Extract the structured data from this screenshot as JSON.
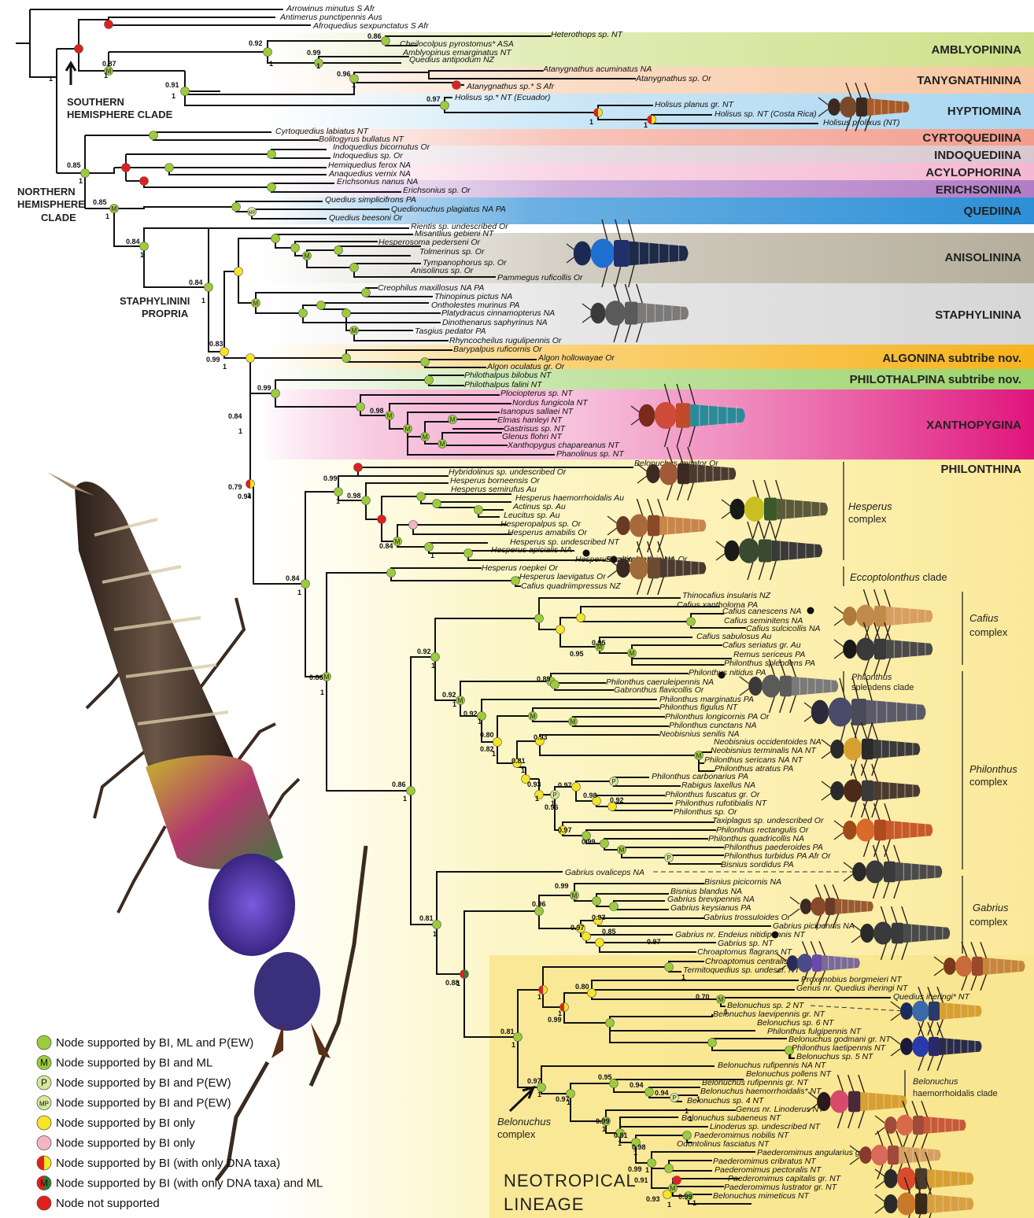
{
  "bands": [
    {
      "label": "AMBLYOPININA",
      "color": "#cfe08a"
    },
    {
      "label": "TANYGNATHININA",
      "color": "#f7c6a0"
    },
    {
      "label": "HYPTIOMINA",
      "color": "#a9d6f0"
    },
    {
      "label": "CYRTOQUEDIINA",
      "color": "#f39c8c"
    },
    {
      "label": "INDOQUEDIINA",
      "color": "#d9c7cf"
    },
    {
      "label": "ACYLOPHORINA",
      "color": "#f5b8d2"
    },
    {
      "label": "ERICHSONIINA",
      "color": "#b07cc6"
    },
    {
      "label": "QUEDIINA",
      "color": "#2d8fd6"
    },
    {
      "label": "ANISOLININA",
      "color": "#b5ae9b"
    },
    {
      "label": "STAPHYLININA",
      "color": "#d6d6d6"
    },
    {
      "label": "ALGONINA subtribe nov.",
      "color": "#f6b31b"
    },
    {
      "label": "PHILOTHALPINA subtribe nov.",
      "color": "#9cd36a"
    },
    {
      "label": "XANTHOPYGINA",
      "color": "#e0147c"
    },
    {
      "label": "PHILONTHINA",
      "color": "#fbf2b0"
    }
  ],
  "clade_labels": {
    "southern_1": "SOUTHERN",
    "southern_2": "HEMISPHERE CLADE",
    "northern_1": "NORTHERN",
    "northern_2": "HEMISPHERE",
    "northern_3": "CLADE",
    "propria_1": "STAPHYLININI",
    "propria_2": "PROPRIA",
    "neotrop_1": "NEOTROPICAL",
    "neotrop_2": "LINEAGE"
  },
  "complexes": {
    "hesperus_1": "Hesperus",
    "hesperus_2": "complex",
    "eccoptolonthus_1": "Eccoptolonthus",
    "eccoptolonthus_2": " clade",
    "cafius_1": "Cafius",
    "cafius_2": "complex",
    "psplendens_1": "Philonthus",
    "psplendens_2": "splendens clade",
    "philonthus_1": "Philonthus",
    "philonthus_2": "complex",
    "gabrius_1": "Gabrius",
    "gabrius_2": "complex",
    "belonuchus_haem_1": "Belonuchus",
    "belonuchus_haem_2": "haemorrhoidalis clade",
    "belonuchus_1": "Belonuchus",
    "belonuchus_2": "complex"
  },
  "taxa": [
    "Arrowinus minutus S Afr",
    "Antimerus punctipennis Aus",
    "Afroquedius sexpunctatus S Afr",
    "Heterothops sp. NT",
    "Cheilocolpus pyrostomus* ASA",
    "Amblyopinus emarginatus NT",
    "Quedius antipodum NZ",
    "Atanygnathus acuminatus NA",
    "Atanygnathus sp. Or",
    "Atanygnathus sp.* S Afr",
    "Holisus sp.* NT (Ecuador)",
    "Holisus planus gr. NT",
    "Holisus sp. NT (Costa Rica)",
    "Holisus prolixus (NT)",
    "Cyrtoquedius labiatus NT",
    "Bolitogyrus bullatus NT",
    "Indoquedius bicornutus Or",
    "Indoquedius sp. Or",
    "Hemiquedius ferox NA",
    "Anaquedius vernix NA",
    "Erichsonius nanus NA",
    "Erichsonius sp. Or",
    "Quedius simplicifrons PA",
    "Quedionuchus plagiatus NA PA",
    "Quedius beesoni Or",
    "Rientis sp. undescribed Or",
    "Misantlius gebieni NT",
    "Hesperosoma pederseni Or",
    "Tolmerinus sp. Or",
    "Tympanophorus sp. Or",
    "Anisolinus sp. Or",
    "Pammegus ruficollis Or",
    "Creophilus maxillosus NA PA",
    "Thinopinus pictus NA",
    "Ontholestes murinus PA",
    "Platydracus cinnamopterus NA",
    "Dinothenarus saphyrinus NA",
    "Tasgius pedator PA",
    "Rhyncocheilus rugulipennis Or",
    "Barypalpus ruficornis Or",
    "Algon hollowayae Or",
    "Algon oculatus gr. Or",
    "Philothalpus bilobus NT",
    "Philothalpus falini NT",
    "Plociopterus sp. NT",
    "Nordus fungicola NT",
    "Isanopus sallaei NT",
    "Elmas hanleyi NT",
    "Gastrisus sp. NT",
    "Glenus flohri NT",
    "Xanthopygus chapareanus NT",
    "Phanolinus sp. NT",
    "Belonuchus imitator Or",
    "Hybridolinus sp. undescribed Or",
    "Hesperus borneensis Or",
    "Hesperus semirufus Au",
    "Hesperus haemorrhoidalis Au",
    "Actinus sp. Au",
    "Leucitus sp. Au",
    "Hesperopalpus sp. Or",
    "Hesperus amabilis Or",
    "Hesperus sp. undescribed NT",
    "Hesperus apicialis NA",
    "Hesperus baltimorensis NA",
    "Eccoptolonthus sp. Or",
    "Hesperus roepkei Or",
    "Hesperus laevigatus Or",
    "Cafius quadriimpressus NZ",
    "Thinocafius insularis NZ",
    "Cafius xantholoma PA",
    "Cafius canescens NA",
    "Cafius seminitens NA",
    "Cafius sulcicollis NA",
    "Cafius sabulosus Au",
    "Cafius seriatus gr. Au",
    "Remus sericeus PA",
    "Philonthus splendens PA",
    "Philonthus nitidus PA",
    "Philonthus caeruleipennis NA",
    "Gabronthus flavicollis Or",
    "Philonthus marginatus PA",
    "Philonthus figulus NT",
    "Philonthus longicornis PA Or",
    "Philonthus cunctans NA",
    "Neobisnius senilis NA",
    "Neobisnius occidentoides NA",
    "Neobisnius terminalis NA NT",
    "Philonthus sericans NA NT",
    "Philonthus atratus PA",
    "Philonthus carbonarius PA",
    "Rabigus laxellus NA",
    "Philonthus fuscatus gr. Or",
    "Philonthus rufotibialis NT",
    "Philonthus sp. Or",
    "Taxiplagus sp. undescribed Or",
    "Philonthus rectangulis Or",
    "Philonthus quadricollis NA",
    "Philonthus paederoides PA",
    "Philonthus turbidus PA Afr Or",
    "Bisnius sordidus PA",
    "Gabrius ovaliceps NA",
    "Bisnius picicornis NA",
    "Bisnius blandus NA",
    "Gabrius brevipennis NA",
    "Gabrius keysianus PA",
    "Gabrius trossuloides Or",
    "Gabrius picipennis NA",
    "Gabrius nr. Endeius nitidipennis NT",
    "Gabrius sp. NT",
    "Chroaptomus flagrans NT",
    "Chroaptomus centralis NT",
    "Termitoquedius sp. undescr. NT",
    "Proxenobius borgmeieri NT",
    "Genus nr. Quedius iheringi NT",
    "Quedius iheringi* NT",
    "Belonuchus sp. 2 NT",
    "Belonuchus laevipennis gr. NT",
    "Belonuchus sp. 6 NT",
    "Philonthus fulgipennis NT",
    "Belonuchus godmani gr. NT",
    "Philonthus laetipennis NT",
    "Belonuchus sp. 5 NT",
    "Belonuchus rufipennis NA NT",
    "Belonuchus pollens NT",
    "Belonuchus rufipennis gr. NT",
    "Belonuchus haemorrhoidalis* NT",
    "Belonuchus sp. 4 NT",
    "Genus nr. Linoderus NT",
    "Belonuchus subaeneus NT",
    "Linoderus sp. undescribed NT",
    "Paederomimus nobilis NT",
    "Odontolinus fasciatus NT",
    "Paederomimus angularius gr. NT",
    "Paederomimus cribratus NT",
    "Paederomimus pectoralis NT",
    "Paederomimus capitalis gr. NT",
    "Paederomimus lustrator gr. NT",
    "Belonuchus mimeticus NT"
  ],
  "supports": {
    "s086": "0.86",
    "s092": "0.92",
    "s099": "0.99",
    "s087": "0.87",
    "s096": "0.96",
    "s091": "0.91",
    "s097": "0.97",
    "s085a": "0.85",
    "s085b": "0.85",
    "s084a": "0.84",
    "s084b": "0.84",
    "s083": "0.83",
    "s099b": "0.99",
    "s099c": "0.99",
    "s084c": "0.84",
    "s098": "0.98",
    "s079": "0.79",
    "s094": "0.94",
    "s099d": "0.99",
    "s098b": "0.98",
    "s084d": "0.84",
    "s084e": "0.84",
    "s092b": "0.92",
    "s095": "0.95",
    "s095b": "0.95",
    "s086b": "0.86",
    "s089": "0.89",
    "s092c": "0.92",
    "s092d": "0.92",
    "s080": "0.80",
    "s082": "0.82",
    "s093": "0.93",
    "s081": "0.81",
    "s093b": "0.93",
    "s097b": "0.97",
    "s098c": "0.98",
    "s092e": "0.92",
    "s096b": "0.96",
    "s097c": "0.97",
    "s099e": "0.99",
    "s086c": "0.86",
    "s099f": "0.99",
    "s096c": "0.96",
    "s093c": "0.93",
    "s097d": "0.97",
    "s085c": "0.85",
    "s097e": "0.97",
    "s081b": "0.81",
    "s088": "0.88",
    "s080b": "0.80",
    "s099g": "0.99",
    "s070": "0.70",
    "s081c": "0.81",
    "s097f": "0.97",
    "s095c": "0.95",
    "s094b": "0.94",
    "s094c": "0.94",
    "s097g": "0.97",
    "s099h": "0.99",
    "s081d": "0.81",
    "s098d": "0.98",
    "s099i": "0.99",
    "s091b": "0.91",
    "s093d": "0.93",
    "s099j": "0.99",
    "one": "1"
  },
  "legend": [
    {
      "symbol": "green",
      "label": "Node supported by BI, ML and P(EW)"
    },
    {
      "symbol": "M",
      "label": "Node supported by BI and ML"
    },
    {
      "symbol": "P",
      "label": "Node supported by BI and    P(EW)"
    },
    {
      "symbol": "MP",
      "label": "Node supported by BI and    P(EW)"
    },
    {
      "symbol": "yellow",
      "label": "Node supported by BI only"
    },
    {
      "symbol": "pink",
      "label": "Node supported by BI only"
    },
    {
      "symbol": "red-yellow",
      "label": "Node supported by BI (with only DNA taxa)"
    },
    {
      "symbol": "red-green-M",
      "label": "Node supported by BI (with only DNA taxa) and ML"
    },
    {
      "symbol": "red",
      "label": "Node not supported"
    }
  ],
  "node_colors": {
    "green": "#9ccb3b",
    "yellow": "#f7e425",
    "pink": "#f4b6c0",
    "red": "#e0201e",
    "dark_green": "#2e7d32",
    "neotropical_bg": "#f8e58e"
  }
}
